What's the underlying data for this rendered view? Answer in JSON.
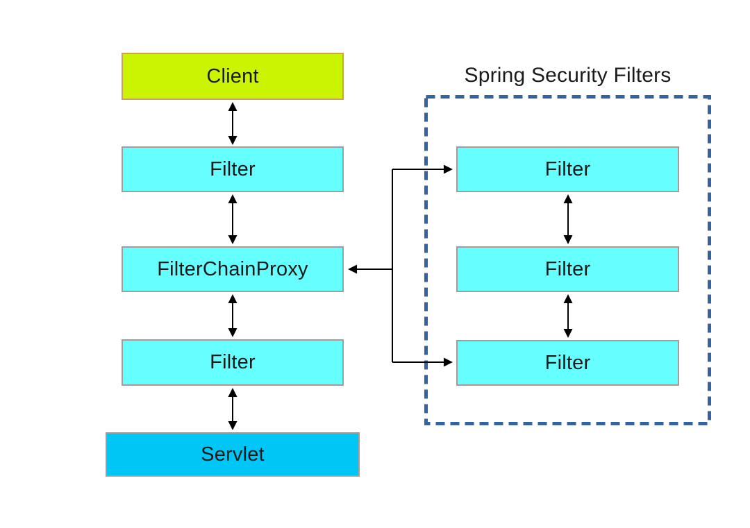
{
  "diagram": {
    "group": {
      "title": "Spring Security Filters"
    },
    "nodes": {
      "client": {
        "label": "Client"
      },
      "filter_top": {
        "label": "Filter"
      },
      "filter_chain_proxy": {
        "label": "FilterChainProxy"
      },
      "filter_bottom": {
        "label": "Filter"
      },
      "servlet": {
        "label": "Servlet"
      },
      "security_filter_1": {
        "label": "Filter"
      },
      "security_filter_2": {
        "label": "Filter"
      },
      "security_filter_3": {
        "label": "Filter"
      }
    },
    "colors": {
      "client_fill": "#CBF402",
      "client_border": "#C9A25A",
      "filter_fill": "#66FFFF",
      "filter_border": "#9E9E9E",
      "servlet_fill": "#00C6F6",
      "servlet_border": "#9E9E9E",
      "group_border": "#35639F",
      "arrow": "#000000",
      "text": "#1A1A1A",
      "background": "#FFFFFF"
    }
  }
}
